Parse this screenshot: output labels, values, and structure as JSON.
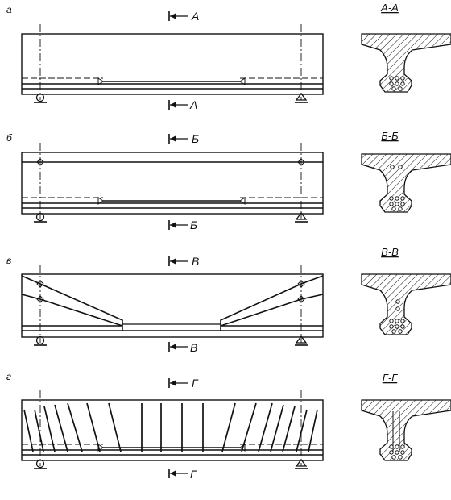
{
  "panels": [
    {
      "letter": "а",
      "section_mark": "А",
      "section_title": "А-А"
    },
    {
      "letter": "б",
      "section_mark": "Б",
      "section_title": "Б-Б"
    },
    {
      "letter": "в",
      "section_mark": "В",
      "section_title": "В-В"
    },
    {
      "letter": "г",
      "section_mark": "Г",
      "section_title": "Г-Г"
    }
  ],
  "colors": {
    "ink": "#111111",
    "background": "#ffffff"
  },
  "icons": {
    "section_arrow": "left-arrow-with-bar",
    "support_pin": "roller-support",
    "support_fixed": "triangle-support"
  }
}
